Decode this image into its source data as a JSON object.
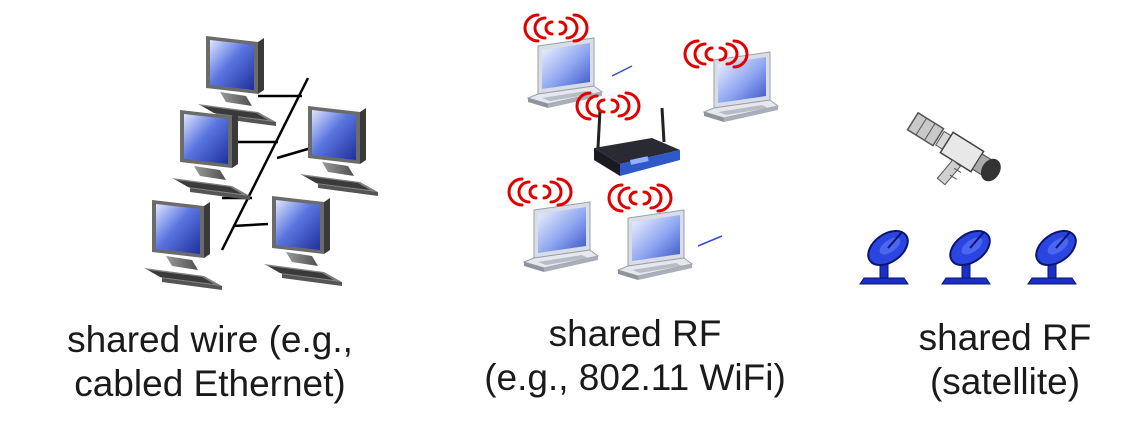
{
  "panels": [
    {
      "id": "wire",
      "caption_lines": [
        "shared wire (e.g.,",
        "cabled Ethernet)"
      ]
    },
    {
      "id": "wifi",
      "caption_lines": [
        "shared RF",
        "(e.g., 802.11 WiFi)"
      ]
    },
    {
      "id": "satellite",
      "caption_lines": [
        "shared RF",
        "(satellite)"
      ]
    }
  ],
  "icons": {
    "desktop": "desktop-computer-icon",
    "laptop": "laptop-icon",
    "router": "wireless-router-icon",
    "radio_waves": "radio-waves-icon",
    "satellite": "satellite-icon",
    "dish": "satellite-dish-icon"
  },
  "colors": {
    "radio_waves": "#e00000",
    "screen_blue": "#3050c8",
    "dish_blue": "#1a2fc8",
    "cable": "#000000",
    "text": "#1a1a1a"
  }
}
